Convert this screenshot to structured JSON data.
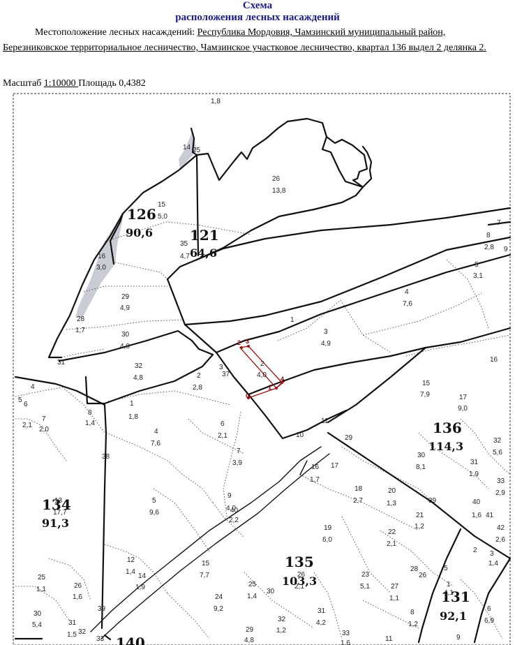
{
  "header": {
    "title": "Схема",
    "subtitle": "расположения лесных насаждений"
  },
  "location": {
    "label": "Местоположение лесных насаждений: ",
    "value": "Республика Мордовия, Чамзинский муниципальный район, Березниковское территориальное лесничество, Чамзинское участковое лесничество, квартал 136 выдел 2 делянка 2."
  },
  "scale": {
    "label": "Масштаб ",
    "value": "1:10000 ",
    "area_label": "Площадь ",
    "area_value": "0,4382"
  },
  "map": {
    "colors": {
      "line": "#111111",
      "dot": "#555555",
      "hatch": "#c9ccd4",
      "plot": "#a01010"
    },
    "quarters": [
      {
        "id": "126",
        "num": "126",
        "area": "90,6"
      },
      {
        "id": "121",
        "num": "121",
        "area": "64,6"
      },
      {
        "id": "136",
        "num": "136",
        "area": "114,3"
      },
      {
        "id": "134",
        "num": "134",
        "area": "91,3"
      },
      {
        "id": "135",
        "num": "135",
        "area": "103,3"
      },
      {
        "id": "131",
        "num": "131",
        "area": "92,1"
      },
      {
        "id": "140",
        "num": "140",
        "area": ""
      }
    ],
    "plot_points": [
      "0",
      "1",
      "2",
      "3",
      "4"
    ],
    "labels": [
      {
        "t": "1,8"
      },
      {
        "t": "14"
      },
      {
        "t": "25"
      },
      {
        "t": "26"
      },
      {
        "t": "13,8"
      },
      {
        "t": "15"
      },
      {
        "t": "5,0"
      },
      {
        "t": "35"
      },
      {
        "t": "4,7"
      },
      {
        "t": "7"
      },
      {
        "t": "8"
      },
      {
        "t": "2,8"
      },
      {
        "t": "9"
      },
      {
        "t": "5"
      },
      {
        "t": "3,1"
      },
      {
        "t": "16"
      },
      {
        "t": "3,0"
      },
      {
        "t": "29"
      },
      {
        "t": "4,9"
      },
      {
        "t": "4"
      },
      {
        "t": "7,6"
      },
      {
        "t": "28"
      },
      {
        "t": "1,7"
      },
      {
        "t": "30"
      },
      {
        "t": "4,0"
      },
      {
        "t": "1"
      },
      {
        "t": "3"
      },
      {
        "t": "4,9"
      },
      {
        "t": "31"
      },
      {
        "t": "32"
      },
      {
        "t": "4,8"
      },
      {
        "t": "2"
      },
      {
        "t": "2,8"
      },
      {
        "t": "3"
      },
      {
        "t": "37"
      },
      {
        "t": "2"
      },
      {
        "t": "4,0"
      },
      {
        "t": "16"
      },
      {
        "t": "15"
      },
      {
        "t": "7,9"
      },
      {
        "t": "17"
      },
      {
        "t": "9,0"
      },
      {
        "t": "4"
      },
      {
        "t": "5"
      },
      {
        "t": "6"
      },
      {
        "t": "2,1"
      },
      {
        "t": "7"
      },
      {
        "t": "2,0"
      },
      {
        "t": "8"
      },
      {
        "t": "1,4"
      },
      {
        "t": "1"
      },
      {
        "t": "1,8"
      },
      {
        "t": "4"
      },
      {
        "t": "7,6"
      },
      {
        "t": "6"
      },
      {
        "t": "2,1"
      },
      {
        "t": "11"
      },
      {
        "t": "10"
      },
      {
        "t": "29"
      },
      {
        "t": "32"
      },
      {
        "t": "5,6"
      },
      {
        "t": "30"
      },
      {
        "t": "8,1"
      },
      {
        "t": "38"
      },
      {
        "t": "7"
      },
      {
        "t": "3,9"
      },
      {
        "t": "16"
      },
      {
        "t": "1,7"
      },
      {
        "t": "17"
      },
      {
        "t": "31"
      },
      {
        "t": "1,9"
      },
      {
        "t": "33"
      },
      {
        "t": "2,9"
      },
      {
        "t": "13"
      },
      {
        "t": "17,7"
      },
      {
        "t": "18"
      },
      {
        "t": "2,7"
      },
      {
        "t": "20"
      },
      {
        "t": "1,3"
      },
      {
        "t": "39"
      },
      {
        "t": "40"
      },
      {
        "t": "1,6"
      },
      {
        "t": "41"
      },
      {
        "t": "5"
      },
      {
        "t": "9,6"
      },
      {
        "t": "9"
      },
      {
        "t": "4,0"
      },
      {
        "t": "40"
      },
      {
        "t": "2,2"
      },
      {
        "t": "21"
      },
      {
        "t": "1,2"
      },
      {
        "t": "42"
      },
      {
        "t": "2,6"
      },
      {
        "t": "19"
      },
      {
        "t": "6,0"
      },
      {
        "t": "22"
      },
      {
        "t": "2,1"
      },
      {
        "t": "2"
      },
      {
        "t": "3"
      },
      {
        "t": "1,4"
      },
      {
        "t": "12"
      },
      {
        "t": "1,4"
      },
      {
        "t": "14"
      },
      {
        "t": "1,9"
      },
      {
        "t": "15"
      },
      {
        "t": "7,7"
      },
      {
        "t": "26"
      },
      {
        "t": "2,1"
      },
      {
        "t": "28"
      },
      {
        "t": "26"
      },
      {
        "t": "5"
      },
      {
        "t": "25"
      },
      {
        "t": "1,1"
      },
      {
        "t": "26"
      },
      {
        "t": "1,6"
      },
      {
        "t": "23"
      },
      {
        "t": "5,1"
      },
      {
        "t": "27"
      },
      {
        "t": "1,1"
      },
      {
        "t": "1"
      },
      {
        "t": "4,1"
      },
      {
        "t": "25"
      },
      {
        "t": "1,4"
      },
      {
        "t": "30"
      },
      {
        "t": "24"
      },
      {
        "t": "9,2"
      },
      {
        "t": "6"
      },
      {
        "t": "6,9"
      },
      {
        "t": "30"
      },
      {
        "t": "5,4"
      },
      {
        "t": "31"
      },
      {
        "t": "1,5"
      },
      {
        "t": "32"
      },
      {
        "t": "39"
      },
      {
        "t": "31"
      },
      {
        "t": "4,2"
      },
      {
        "t": "32"
      },
      {
        "t": "1,2"
      },
      {
        "t": "8"
      },
      {
        "t": "1,2"
      },
      {
        "t": "29"
      },
      {
        "t": "4,8"
      },
      {
        "t": "33"
      },
      {
        "t": "1,6"
      },
      {
        "t": "11"
      },
      {
        "t": "9"
      },
      {
        "t": "33"
      }
    ]
  }
}
